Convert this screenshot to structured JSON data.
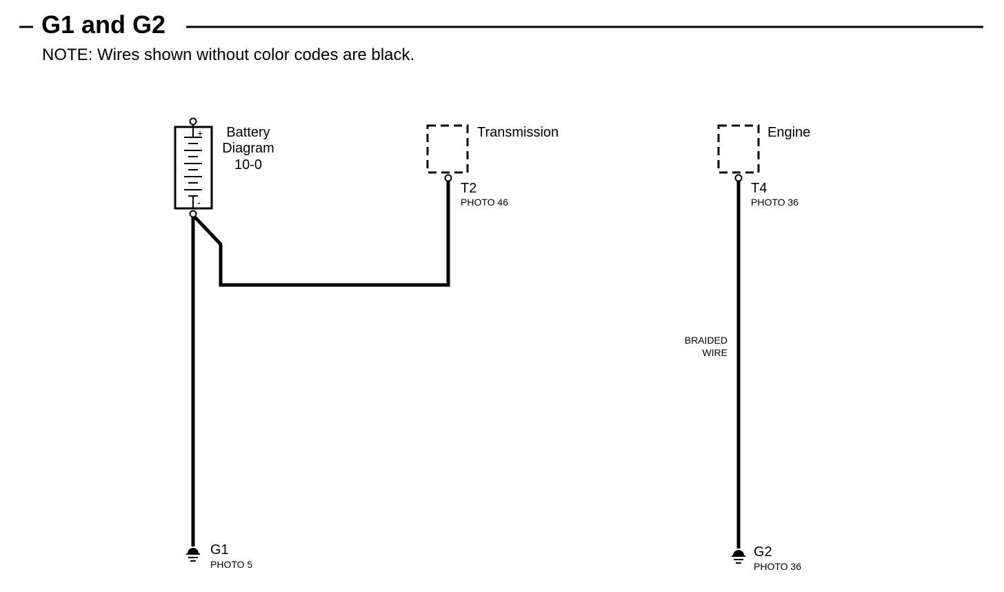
{
  "header": {
    "title": "G1 and G2",
    "note": "NOTE: Wires shown without color codes are black."
  },
  "components": {
    "battery": {
      "label_lines": [
        "Battery",
        "Diagram",
        "10-0"
      ],
      "plus": "+",
      "minus": "-"
    },
    "transmission": {
      "label": "Transmission",
      "terminal": "T2",
      "photo": "PHOTO 46"
    },
    "engine": {
      "label": "Engine",
      "terminal": "T4",
      "photo": "PHOTO 36"
    }
  },
  "wire_labels": {
    "braided": [
      "BRAIDED",
      "WIRE"
    ]
  },
  "grounds": [
    {
      "id": "G1",
      "photo": "PHOTO 5"
    },
    {
      "id": "G2",
      "photo": "PHOTO 36"
    }
  ]
}
